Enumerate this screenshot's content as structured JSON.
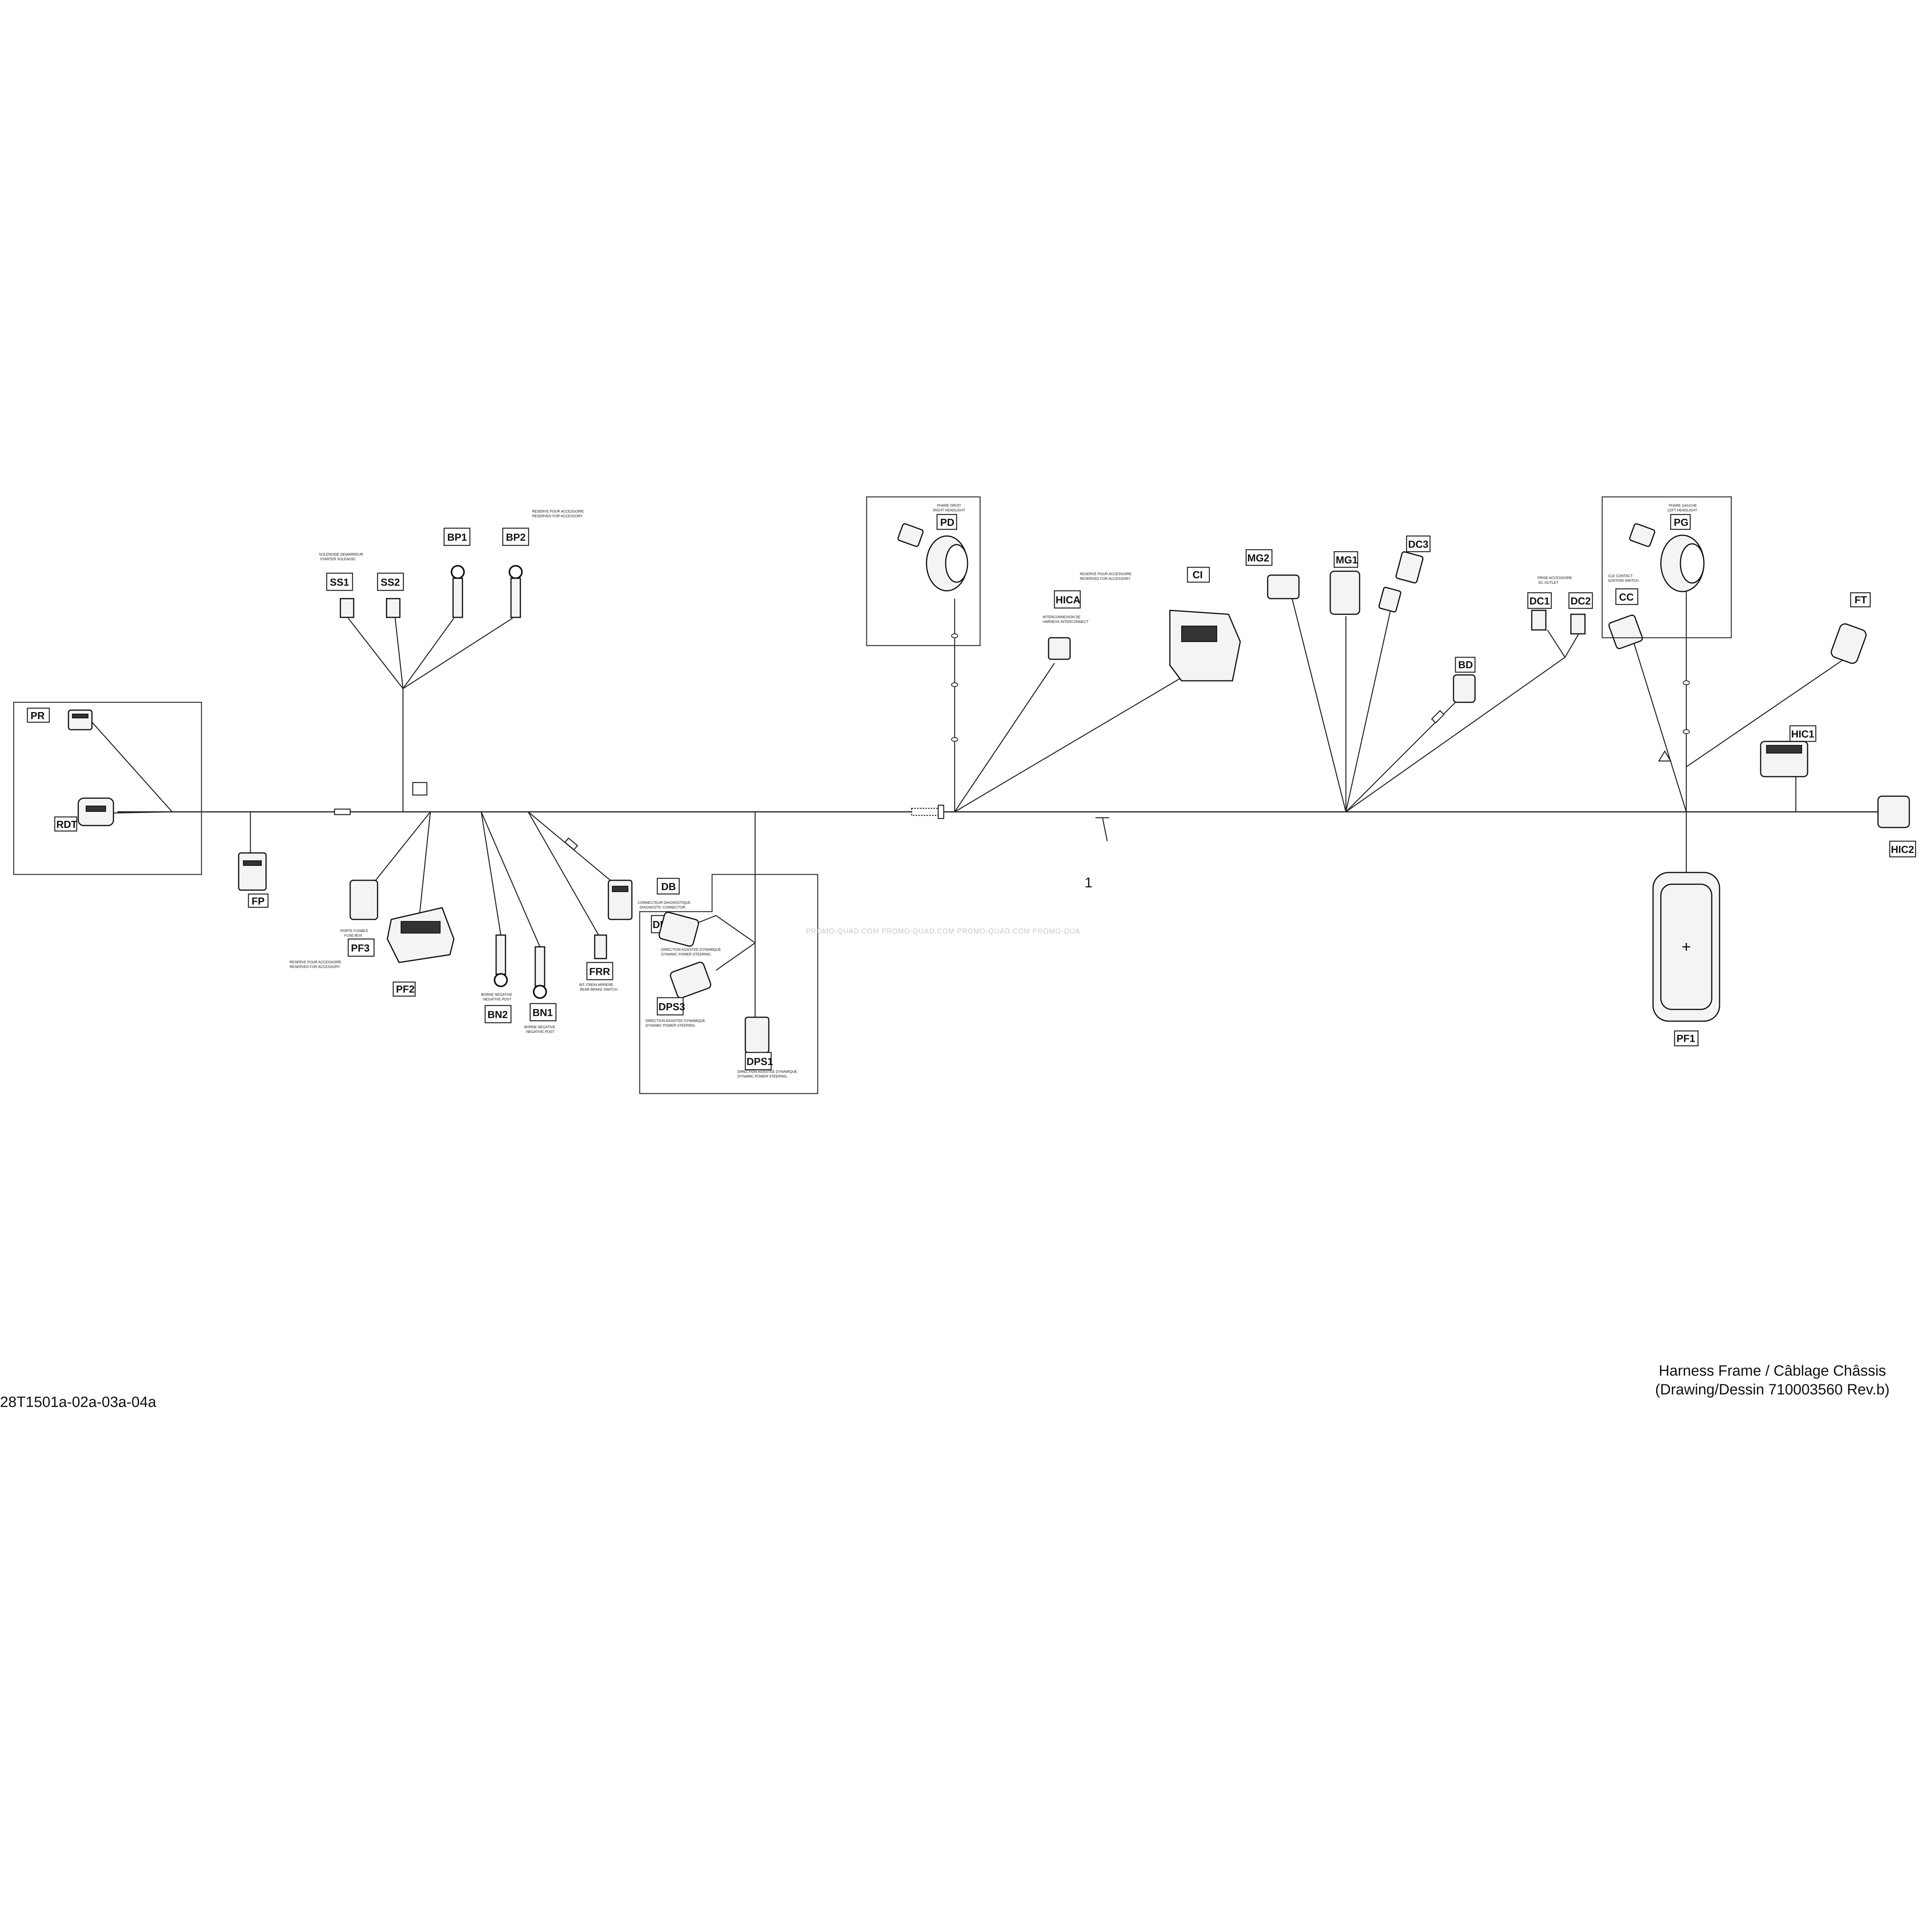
{
  "main_item_number": "1",
  "title": "Harness Frame / Câblage Châssis",
  "subtitle": "(Drawing/Dessin 710003560 Rev.b)",
  "drawing_reference": "28T1501a-02a-03a-04a",
  "watermark": "PROMO-QUAD.COM   PROMO-QUAD.COM   PROMO-QUAD.COM   PROMO-QUA",
  "tags": {
    "PR": "PR",
    "RDT": "RDT",
    "FP": "FP",
    "SS1": "SS1",
    "SS2": "SS2",
    "BP1": "BP1",
    "BP2": "BP2",
    "PF3": "PF3",
    "PF2": "PF2",
    "BN2": "BN2",
    "BN1": "BN1",
    "FRR": "FRR",
    "DB": "DB",
    "DPS2": "DPS2",
    "DPS3": "DPS3",
    "DPS1": "DPS1",
    "PD": "PD",
    "HICA": "HICA",
    "CI": "CI",
    "MG2": "MG2",
    "MG1": "MG1",
    "DC3": "DC3",
    "BD": "BD",
    "DC1": "DC1",
    "DC2": "DC2",
    "CC": "CC",
    "PG": "PG",
    "FT": "FT",
    "HIC1": "HIC1",
    "HIC2": "HIC2",
    "PF1": "PF1"
  },
  "captions": {
    "pd": [
      "PHARE DROIT",
      "RIGHT HEADLIGHT"
    ],
    "pg": [
      "PHARE GAUCHE",
      "LEFT HEADLIGHT"
    ],
    "ss": [
      "SOLENOIDE DEMARREUR",
      "STARTER SOLENOID"
    ],
    "bp2": [
      "RESERVE POUR ACCESSOIRE",
      "RESERVED FOR ACCESSORY"
    ],
    "hica": [
      "RESERVE POUR ACCESSOIRE",
      "RESERVED FOR ACCESSORY"
    ],
    "hica2": [
      "INTERCONNEXION DE",
      "HARNESS INTERCONNECT"
    ],
    "pf3": [
      "RESERVE POUR ACCESSOIRE",
      "RESERVED FOR ACCESSORY"
    ],
    "pf": [
      "PORTE FUSIBLE",
      "FUSE BOX"
    ],
    "bn2": [
      "BORNE NEGATIVE",
      "NEGATIVE POST"
    ],
    "bn1": [
      "BORNE NEGATIVE",
      "NEGATIVE POST"
    ],
    "frr": [
      "INT. FREIN ARRIERE",
      "REAR BRAKE SWITCH"
    ],
    "db": [
      "CONNECTEUR DIAGNOSTIQUE",
      "DIAGNOSTIC CONNECTOR"
    ],
    "dps": [
      "DIRECTION ASSISTEE DYNAMIQUE",
      "DYNAMIC POWER STEERING"
    ],
    "dc": [
      "PRISE ACCESSOIRE",
      "DC OUTLET"
    ],
    "cc": [
      "CLE CONTACT",
      "IGNITION SWITCH"
    ]
  }
}
